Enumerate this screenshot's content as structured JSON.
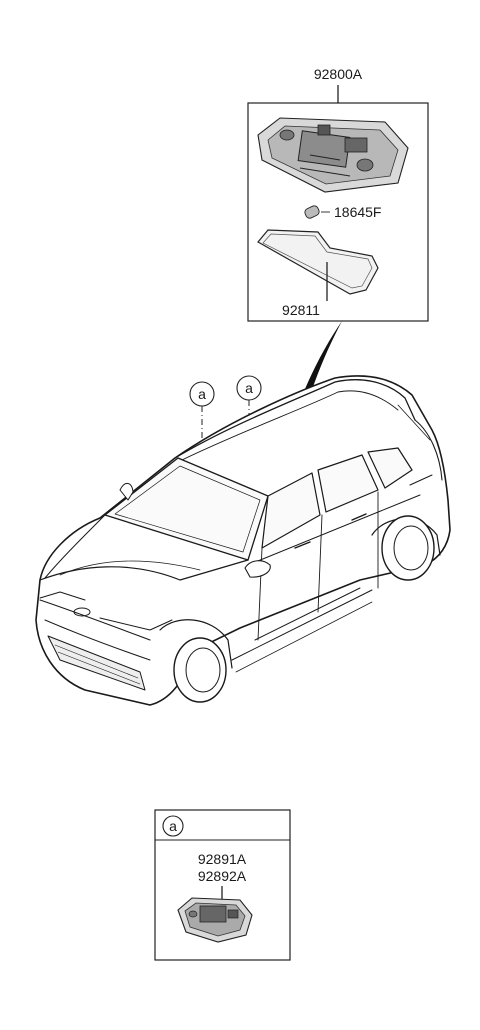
{
  "parts": {
    "overhead_console": "92800A",
    "bulb": "18645F",
    "lens": "92811",
    "room_lamp_1": "92891A",
    "room_lamp_2": "92892A"
  },
  "callouts": {
    "marker_1": "a",
    "marker_2": "a",
    "detail_marker": "a"
  }
}
